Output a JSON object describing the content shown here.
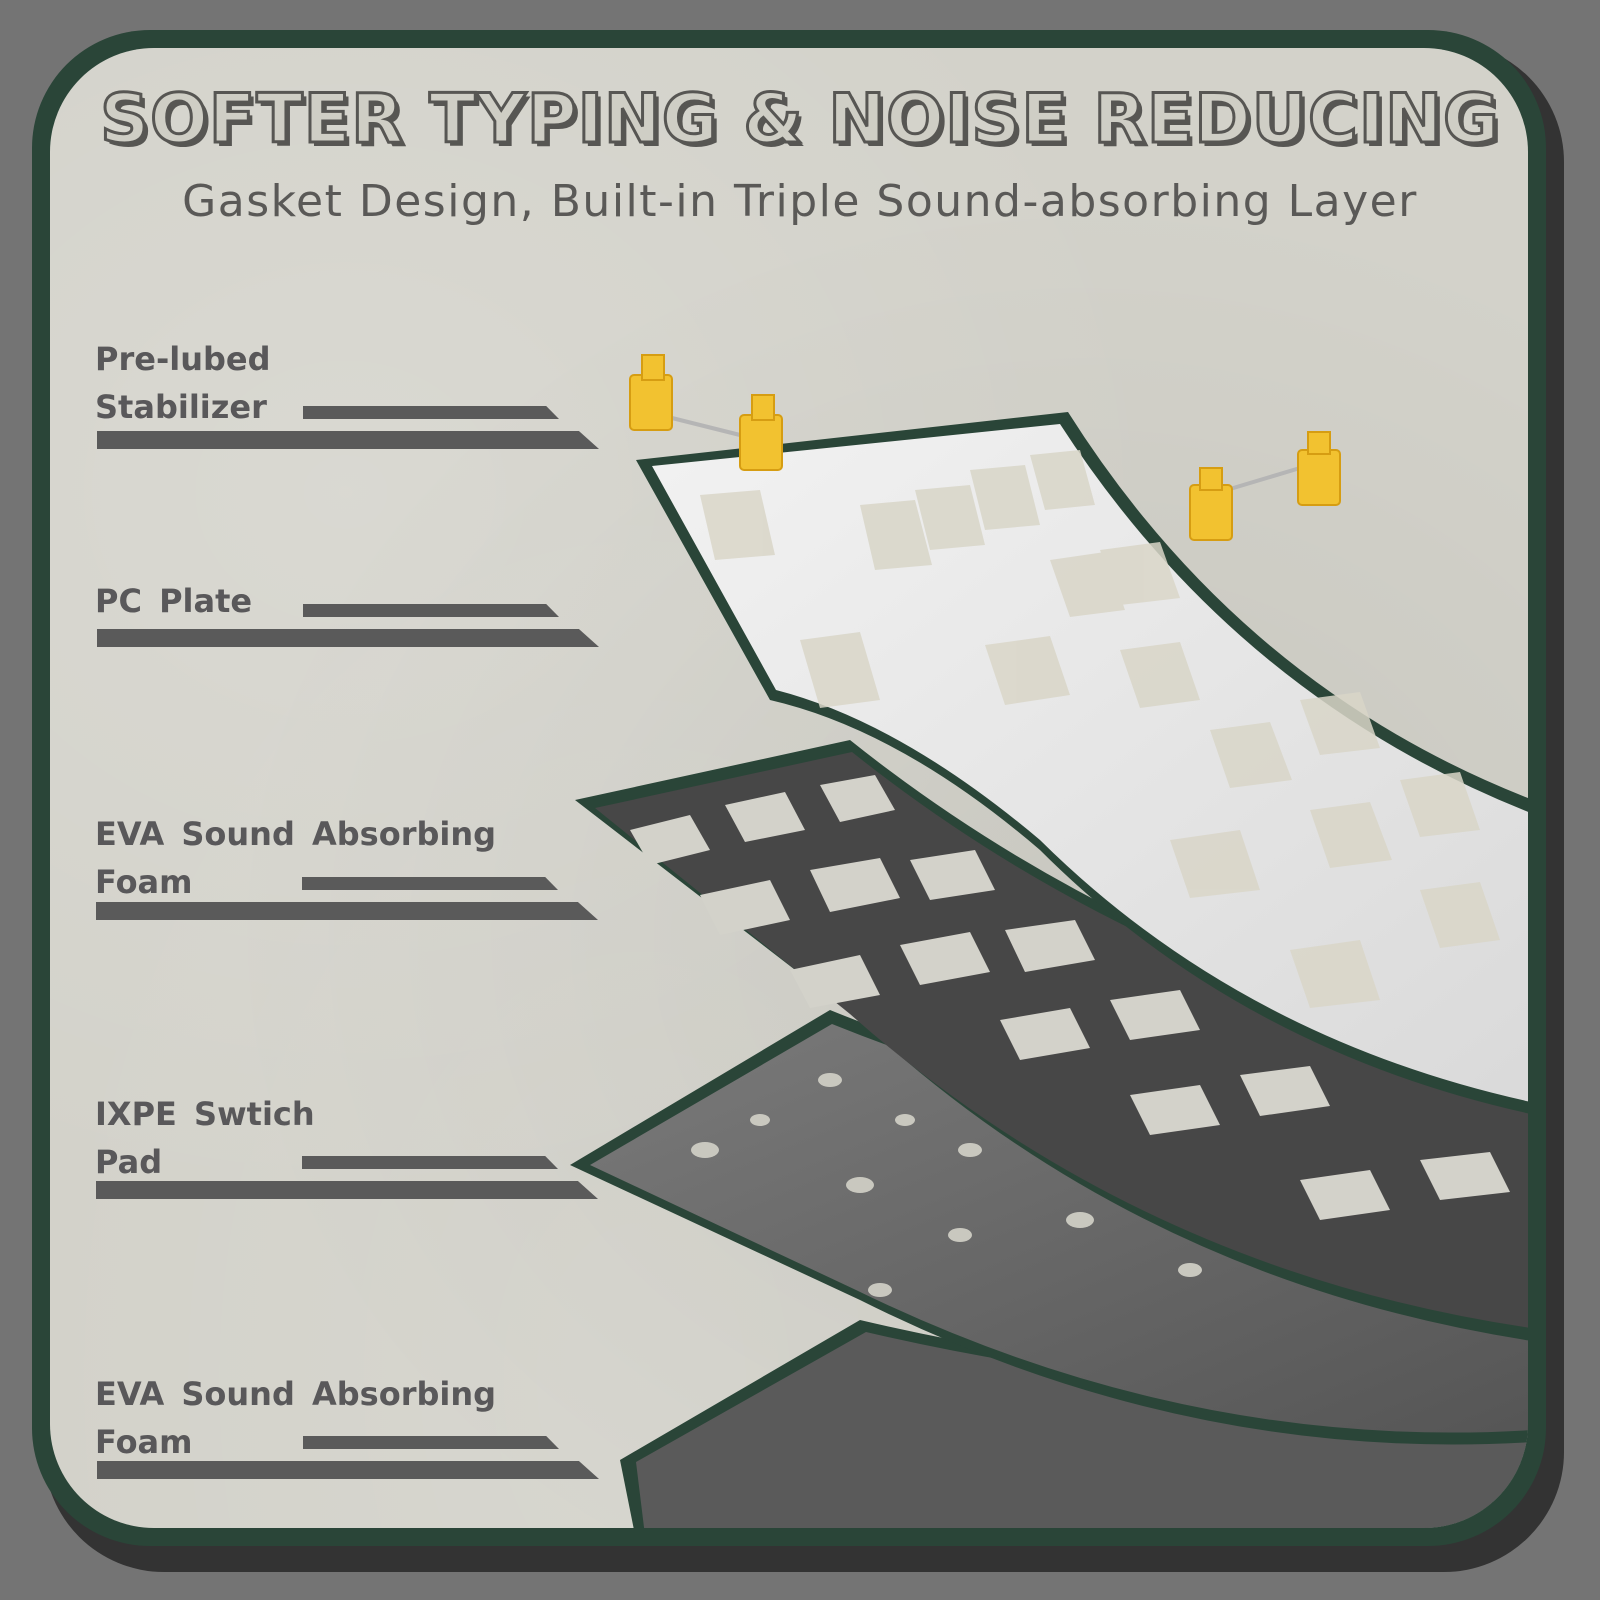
{
  "header": {
    "title": "SOFTER TYPING & NOISE REDUCING",
    "subtitle": "Gasket Design, Built-in Triple Sound-absorbing Layer"
  },
  "layers": [
    {
      "line1": "Pre-lubed",
      "line2": "Stabilizer",
      "icon": "stabilizer-icon"
    },
    {
      "line1": "PC Plate",
      "line2": "",
      "icon": "pc-plate-icon"
    },
    {
      "line1": "EVA Sound Absorbing",
      "line2": "Foam",
      "icon": "eva-foam-icon"
    },
    {
      "line1": "IXPE Swtich",
      "line2": "Pad",
      "icon": "ixpe-pad-icon"
    },
    {
      "line1": "EVA Sound Absorbing",
      "line2": "Foam",
      "icon": "eva-foam-bottom-icon"
    }
  ],
  "colors": {
    "background": "#747474",
    "frame": "#2a4538",
    "frame_shadow": "#333333",
    "panel": "#d3d2ca",
    "text": "#59585a",
    "stabilizer": "#f2c230",
    "plate": "#eeeeee",
    "foam": "#4a4a4a",
    "pad": "#6a6a6a"
  }
}
